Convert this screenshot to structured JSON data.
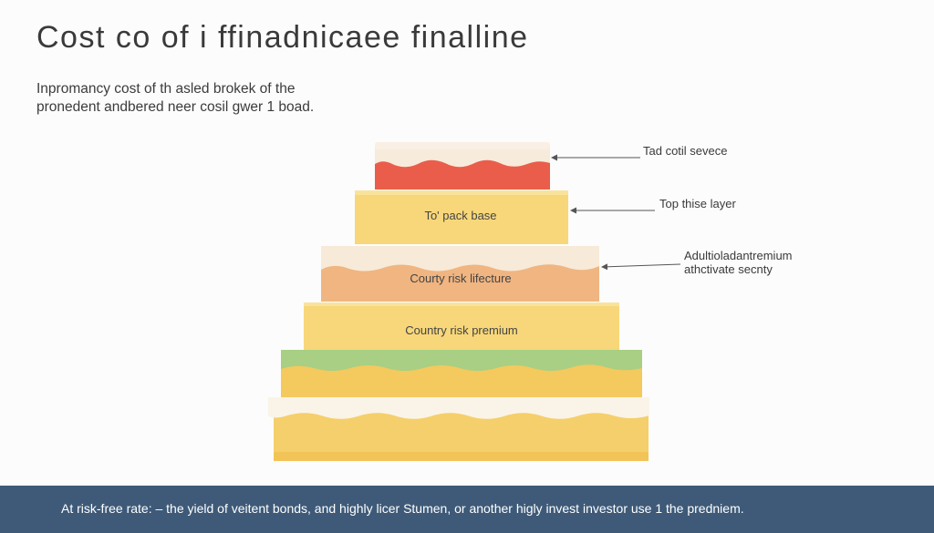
{
  "title": "Cost co of i ffinadnicaee finalline",
  "subtitle": {
    "line1": "Inpromancy cost of th asled brokek of the",
    "line2": "pronedent andbered neer cosil gwer 1 boad."
  },
  "layers": [
    {
      "id": "tier1",
      "label": ""
    },
    {
      "id": "tier2",
      "label": "To' pack base"
    },
    {
      "id": "tier3",
      "label": "Courty risk lifecture"
    },
    {
      "id": "tier4",
      "label": "Country risk premium"
    },
    {
      "id": "tier5",
      "label": ""
    },
    {
      "id": "tier6",
      "label": ""
    }
  ],
  "callouts": [
    {
      "lines": [
        "Tad cotil sevece"
      ]
    },
    {
      "lines": [
        "Top thise layer"
      ]
    },
    {
      "lines": [
        "Adultioladantremium",
        "athctivate secnty"
      ]
    }
  ],
  "footer": {
    "text": "At risk-free rate: – the yield of veitent bonds, and highly licer Stumen, or another higly invest investor use 1 the predniem."
  },
  "colors": {
    "frosting": "#ea5d4b",
    "cream": "#f6e7d2",
    "yellow": "#f7d77a",
    "peach": "#f0b581",
    "green": "#a8cf83",
    "footer": "#3e5a78"
  }
}
